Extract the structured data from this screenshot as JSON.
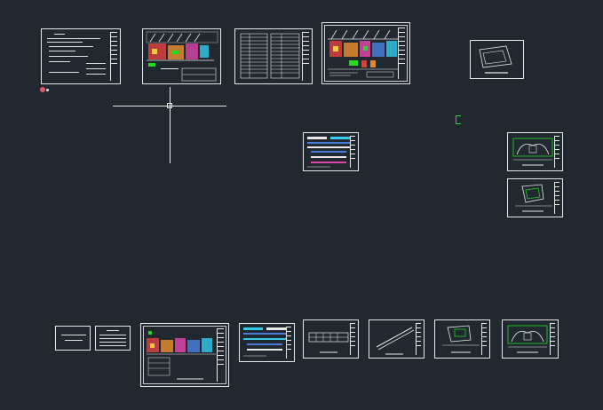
{
  "app": {
    "view": "model-space",
    "background": "#212830",
    "cursor": "crosshair-pickbox"
  },
  "colors": {
    "sheet_border": "#e8e8e8",
    "red": "#d84040",
    "green": "#22dd22",
    "cyan": "#33ccee",
    "magenta": "#dd44aa",
    "orange": "#e08a30",
    "blue": "#4a7bd8",
    "yellow": "#e6d23c"
  },
  "sheets": [
    {
      "id": "cover-sheet",
      "kind": "notes"
    },
    {
      "id": "elevation-sheet-1",
      "kind": "elevation"
    },
    {
      "id": "schedule-sheet",
      "kind": "schedule"
    },
    {
      "id": "elevation-sheet-2",
      "kind": "elevation"
    },
    {
      "id": "detail-sheet-top-right",
      "kind": "detail"
    },
    {
      "id": "section-sheet-middle",
      "kind": "section"
    },
    {
      "id": "detail-sheet-right-1",
      "kind": "detail"
    },
    {
      "id": "detail-sheet-right-2",
      "kind": "detail"
    },
    {
      "id": "label-sheet-bottom-1",
      "kind": "label"
    },
    {
      "id": "list-sheet-bottom-2",
      "kind": "list"
    },
    {
      "id": "elevation-sheet-bottom",
      "kind": "elevation"
    },
    {
      "id": "section-sheet-bottom",
      "kind": "section"
    },
    {
      "id": "detail-sheet-bottom-1",
      "kind": "detail"
    },
    {
      "id": "detail-sheet-bottom-2",
      "kind": "detail"
    },
    {
      "id": "detail-sheet-bottom-3",
      "kind": "detail"
    },
    {
      "id": "detail-sheet-bottom-4",
      "kind": "detail"
    }
  ]
}
